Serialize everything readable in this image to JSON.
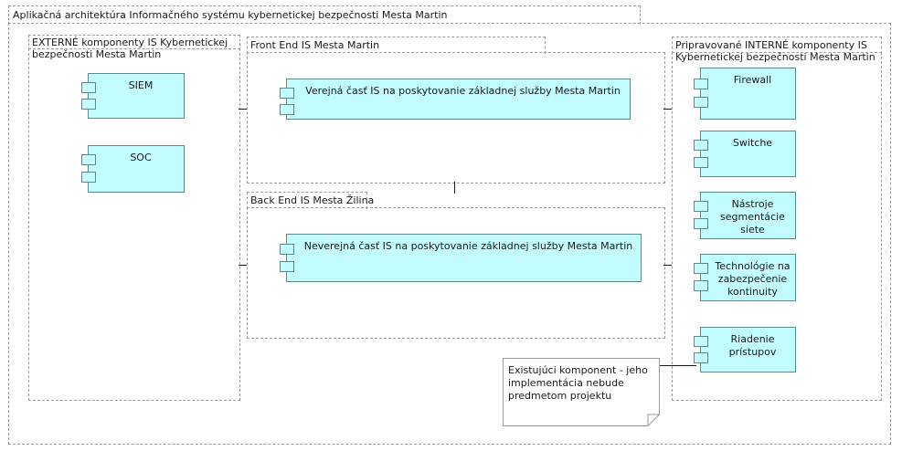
{
  "outer": {
    "title": "Aplikačná architektúra Informačného systému kybernetickej bezpečnosti Mesta Martin"
  },
  "groups": {
    "external": {
      "label": "EXTERNÉ komponenty IS Kybernetickej bezpečnosti Mesta Martin"
    },
    "frontend": {
      "label": "Front End IS Mesta Martin"
    },
    "backend": {
      "label": "Back End IS Mesta Žilina"
    },
    "internal": {
      "label": "Pripravované INTERNÉ komponenty IS Kybernetickej bezpečnosti Mesta Martin"
    }
  },
  "components": {
    "siem": "SIEM",
    "soc": "SOC",
    "public": "Verejná časť IS na poskytovanie základnej služby Mesta Martin",
    "nonpublic": "Neverejná časť IS na poskytovanie základnej služby Mesta Martin",
    "firewall": "Firewall",
    "switche": "Switche",
    "segmentation": "Nástroje segmentácie siete",
    "continuity": "Technológie na zabezpečenie kontinuity",
    "access": "Riadenie prístupov"
  },
  "note": {
    "text": "Existujúci komponent - jeho implementácia nebude predmetom projektu"
  },
  "colors": {
    "component_fill": "#c3fcff",
    "component_border": "#5b8a8c",
    "group_border": "#9a9a9a"
  }
}
